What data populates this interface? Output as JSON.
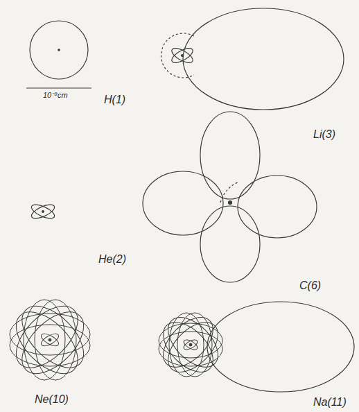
{
  "diagram": {
    "labels": [
      "10⁻⁸cm",
      "H(1)",
      "Li(3)",
      "He(2)",
      "C(6)",
      "Ne(10)",
      "Na(11)"
    ]
  }
}
